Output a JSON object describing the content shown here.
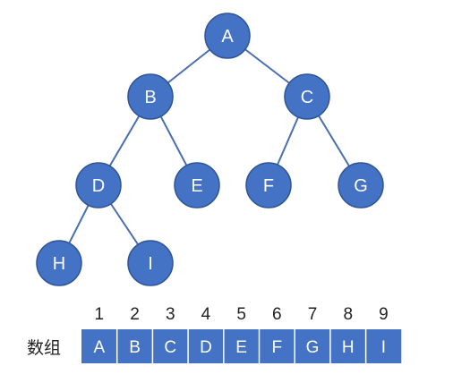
{
  "colors": {
    "node_fill": "#4472c4",
    "node_stroke": "#2f5597",
    "edge": "#4a6fb0",
    "cell_fill": "#4472c4",
    "cell_divider": "#ffffff",
    "text_dark": "#222222"
  },
  "tree": {
    "nodes": [
      {
        "id": "A",
        "label": "A"
      },
      {
        "id": "B",
        "label": "B"
      },
      {
        "id": "C",
        "label": "C"
      },
      {
        "id": "D",
        "label": "D"
      },
      {
        "id": "E",
        "label": "E"
      },
      {
        "id": "F",
        "label": "F"
      },
      {
        "id": "G",
        "label": "G"
      },
      {
        "id": "H",
        "label": "H"
      },
      {
        "id": "I",
        "label": "I"
      }
    ],
    "edges": [
      [
        "A",
        "B"
      ],
      [
        "A",
        "C"
      ],
      [
        "B",
        "D"
      ],
      [
        "B",
        "E"
      ],
      [
        "C",
        "F"
      ],
      [
        "C",
        "G"
      ],
      [
        "D",
        "H"
      ],
      [
        "D",
        "I"
      ]
    ]
  },
  "array": {
    "title": "数组",
    "indices": [
      "1",
      "2",
      "3",
      "4",
      "5",
      "6",
      "7",
      "8",
      "9"
    ],
    "cells": [
      "A",
      "B",
      "C",
      "D",
      "E",
      "F",
      "G",
      "H",
      "I"
    ]
  }
}
